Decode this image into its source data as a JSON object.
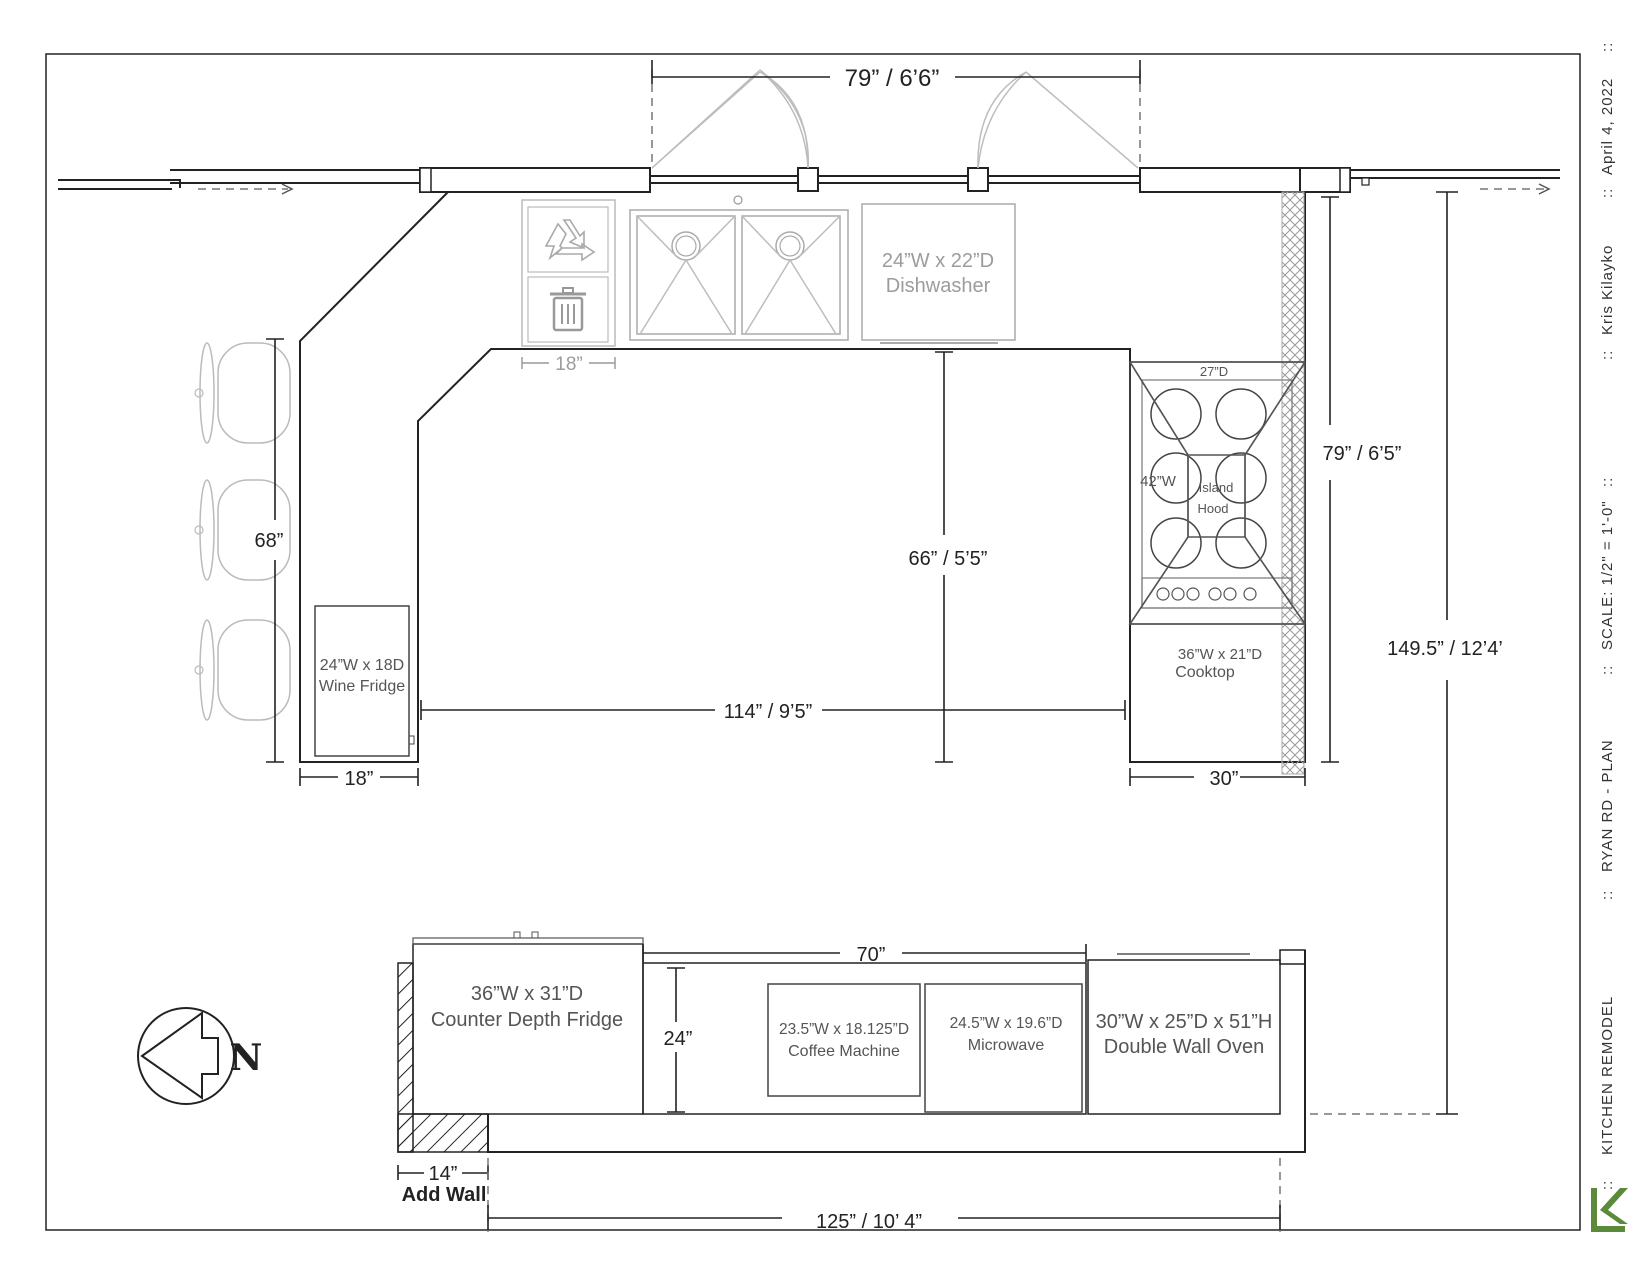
{
  "title_block": {
    "project": "KITCHEN REMODEL",
    "drawing": "RYAN RD  -  PLAN",
    "scale": "SCALE: 1/2\" = 1'-0\"",
    "author": "Kris Kilayko",
    "date": "April 4, 2022",
    "sep": "::"
  },
  "dimensions": {
    "window_width": "79” / 6’6”",
    "trash_width": "18”",
    "left_counter_length": "68”",
    "left_counter_depth": "18”",
    "peninsula_length": "114” / 9’5”",
    "center_depth": "66” / 5’5”",
    "right_counter_length": "79” / 6’5”",
    "right_counter_depth": "30”",
    "overall_depth": "149.5” / 12’4’",
    "back_run_length": "70”",
    "back_counter_depth": "24”",
    "add_wall_width": "14”",
    "overall_width": "125” / 10’ 4”",
    "hood_depth": "27”D",
    "hood_width": "42”W"
  },
  "appliances": {
    "dishwasher": [
      "24”W x 22”D",
      "Dishwasher"
    ],
    "wine_fridge": [
      "24”W x 18D",
      "Wine Fridge"
    ],
    "cooktop": [
      "36”W x 21”D",
      "Cooktop"
    ],
    "island_hood": [
      "Island",
      "Hood"
    ],
    "fridge": [
      "36”W x 31”D",
      "Counter Depth Fridge"
    ],
    "coffee_machine": [
      "23.5”W x 18.125”D",
      "Coffee Machine"
    ],
    "microwave": [
      "24.5”W x 19.6”D",
      "Microwave"
    ],
    "wall_oven": [
      "30”W x 25”D x 51”H",
      "Double Wall Oven"
    ]
  },
  "labels": {
    "add_wall": "Add Wall",
    "north": "N"
  },
  "icons": [
    "recycle-icon",
    "trash-can-icon",
    "north-arrow-icon",
    "logo-icon"
  ],
  "colors": {
    "logo_green": "#5a8a3a",
    "line": "#222222",
    "faded": "#9c9c9c"
  }
}
